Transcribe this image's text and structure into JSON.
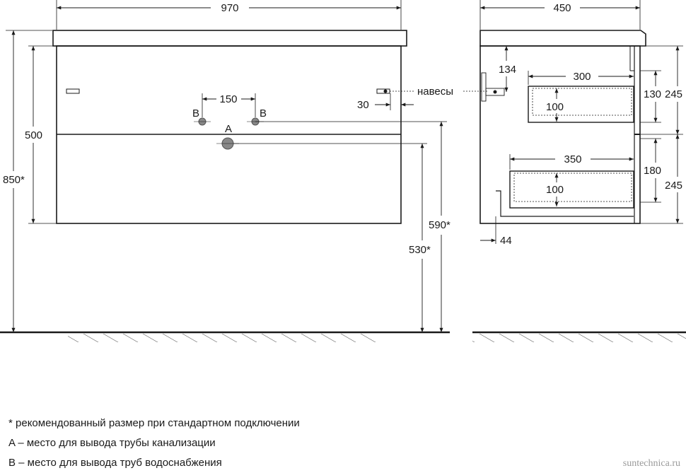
{
  "front_view": {
    "width": "970",
    "height_total": "850*",
    "height_cabinet": "500",
    "pipe_spacing": "150",
    "offset_hinge": "30",
    "height_590": "590*",
    "height_530": "530*",
    "label_b_left": "B",
    "label_b_right": "B",
    "label_a": "A",
    "hinges_label": "навесы"
  },
  "side_view": {
    "depth": "450",
    "dim_134": "134",
    "drawer_top_depth": "300",
    "drawer_top_inner": "100",
    "dim_130": "130",
    "dim_245_top": "245",
    "drawer_bottom_depth": "350",
    "drawer_bottom_inner": "100",
    "dim_180": "180",
    "dim_245_bottom": "245",
    "dim_44": "44"
  },
  "notes": [
    "* рекомендованный размер при стандартном подключении",
    "A – место для вывода трубы канализации",
    "B – место для вывода труб водоснабжения"
  ],
  "watermark": "suntechnica.ru"
}
